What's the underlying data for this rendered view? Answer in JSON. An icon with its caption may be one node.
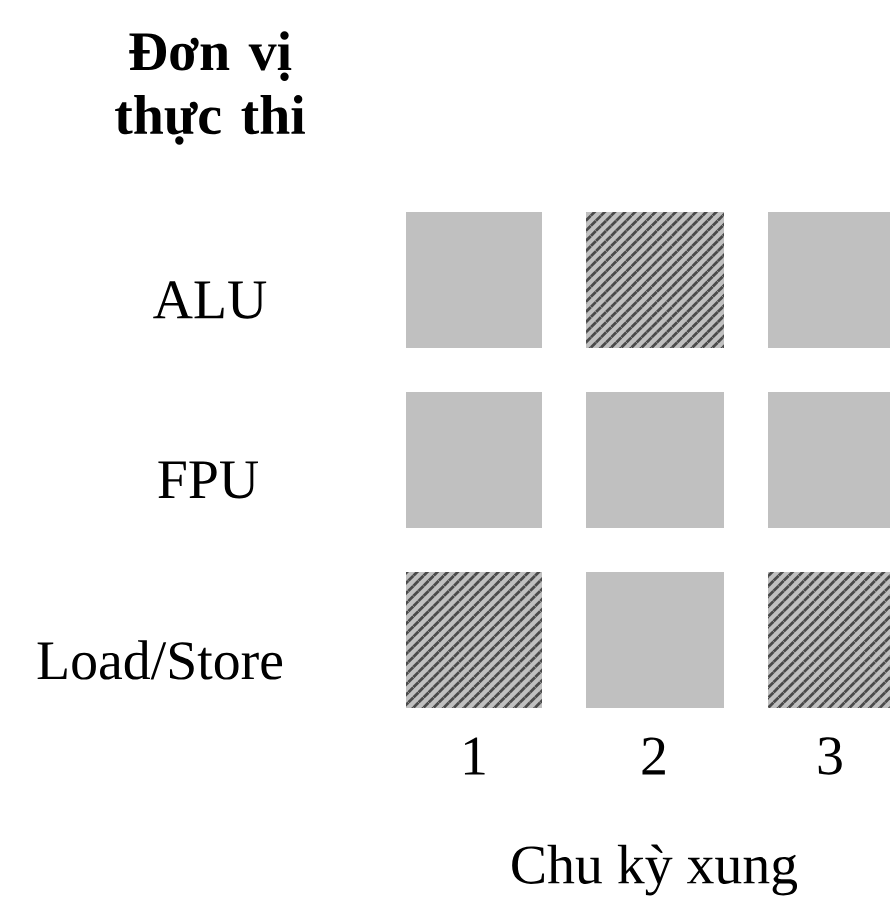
{
  "diagram": {
    "title": "Đơn vị thực thi",
    "nodes": [
      {
        "text": [],
        "shape": "box"
      },
      {
        "text": [],
        "shape": "hatched"
      },
      {
        "text": [],
        "shape": "box"
      },
      {
        "text": [],
        "shape": "box"
      },
      {
        "text": [],
        "shape": "box"
      },
      {
        "text": [],
        "shape": "box"
      },
      {
        "text": [],
        "shape": "hatched"
      },
      {
        "text": [],
        "shape": "box"
      },
      {
        "text": [],
        "shape": "hatched"
      }
    ],
    "labels": [
      "ALU",
      "FPU",
      "Load/Store",
      "1",
      "2",
      "3",
      "Chu kỳ xung"
    ]
  }
}
